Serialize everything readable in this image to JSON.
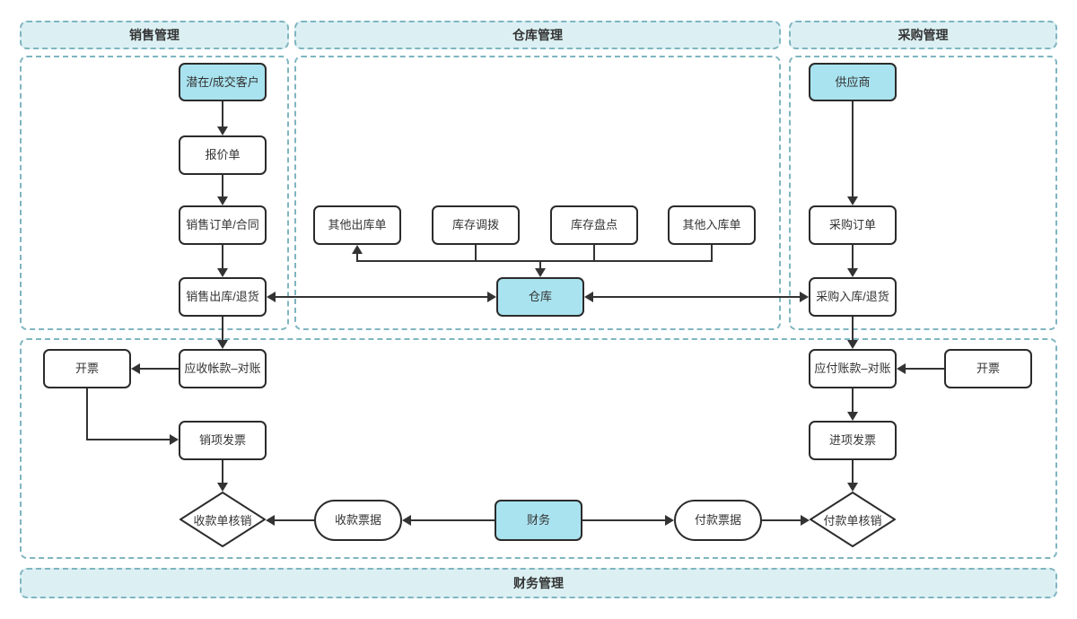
{
  "diagram": {
    "lanes": {
      "sales": {
        "label": "销售管理"
      },
      "warehouse": {
        "label": "仓库管理"
      },
      "purchase": {
        "label": "采购管理"
      },
      "finance": {
        "label": "财务管理"
      }
    },
    "nodes": {
      "customer": {
        "label": "潜在/成交客户",
        "shape": "rect",
        "highlighted": true
      },
      "quotation": {
        "label": "报价单",
        "shape": "rect"
      },
      "sales_order": {
        "label": "销售订单/合同",
        "shape": "rect"
      },
      "sales_outbound": {
        "label": "销售出库/退货",
        "shape": "rect"
      },
      "other_outbound": {
        "label": "其他出库单",
        "shape": "rect"
      },
      "inventory_transfer": {
        "label": "库存调拨",
        "shape": "rect"
      },
      "inventory_count": {
        "label": "库存盘点",
        "shape": "rect"
      },
      "other_inbound": {
        "label": "其他入库单",
        "shape": "rect"
      },
      "warehouse": {
        "label": "仓库",
        "shape": "rect",
        "highlighted": true
      },
      "supplier": {
        "label": "供应商",
        "shape": "rect",
        "highlighted": true
      },
      "purchase_order": {
        "label": "采购订单",
        "shape": "rect"
      },
      "purchase_inbound": {
        "label": "采购入库/退货",
        "shape": "rect"
      },
      "ar_reconcile": {
        "label": "应收帐款–对账",
        "shape": "rect"
      },
      "invoice_sales": {
        "label": "开票",
        "shape": "rect"
      },
      "sales_invoice": {
        "label": "销项发票",
        "shape": "rect"
      },
      "receipt_writeoff": {
        "label": "收款单核销",
        "shape": "diamond"
      },
      "receipt_bill": {
        "label": "收款票据",
        "shape": "stadium"
      },
      "finance": {
        "label": "财务",
        "shape": "rect",
        "highlighted": true
      },
      "payment_bill": {
        "label": "付款票据",
        "shape": "stadium"
      },
      "payment_writeoff": {
        "label": "付款单核销",
        "shape": "diamond"
      },
      "ap_reconcile": {
        "label": "应付账款–对账",
        "shape": "rect"
      },
      "invoice_purchase": {
        "label": "开票",
        "shape": "rect"
      },
      "purchase_invoice": {
        "label": "进项发票",
        "shape": "rect"
      }
    },
    "colors": {
      "highlight_fill": "#a9e3ef",
      "lane_fill": "#dcf0f3",
      "lane_border": "#7fb5c0",
      "shape_border": "#2b2b2b",
      "connector": "#333333",
      "text": "#333333"
    }
  }
}
